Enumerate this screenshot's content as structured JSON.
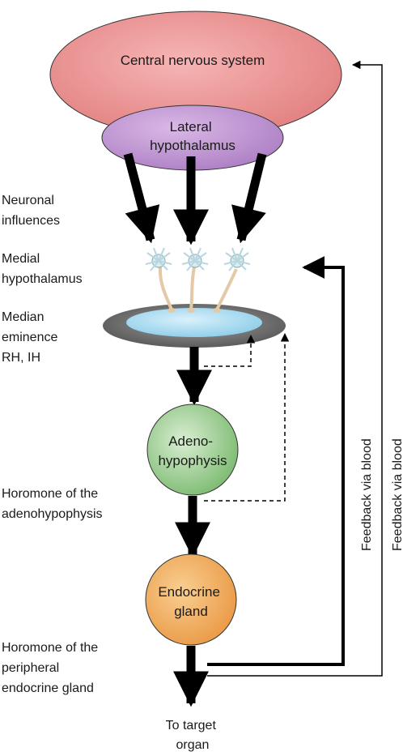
{
  "nodes": {
    "cns": "Central nervous system",
    "lateral_hypothalamus": [
      "Lateral",
      "hypothalamus"
    ],
    "adenohypophysis": [
      "Adeno-",
      "hypophysis"
    ],
    "endocrine_gland": [
      "Endocrine",
      "gland"
    ]
  },
  "labels": {
    "neuronal_influences": [
      "Neuronal",
      "influences"
    ],
    "medial_hypothalamus": [
      "Medial",
      "hypothalamus"
    ],
    "median_eminence": [
      "Median",
      "eminence",
      "RH, IH"
    ],
    "hormone_adenohypophysis": [
      "Horomone of the",
      "adenohypophysis"
    ],
    "hormone_peripheral": [
      "Horomone of the",
      "peripheral",
      "endocrine gland"
    ],
    "target_organ": [
      "To target",
      "organ"
    ],
    "feedback_inner": "Feedback via blood",
    "feedback_outer": "Feedback via blood"
  },
  "colors": {
    "cns": "#ea8c8c",
    "lateral_hypothalamus": "#b88bcb",
    "median_eminence_rim": "#7a7a7a",
    "median_eminence_pool": "#a9d8ee",
    "adenohypophysis": "#8fc486",
    "endocrine_gland": "#f0a95a",
    "neuron": "#d8ecf1",
    "arrow": "#000000"
  }
}
